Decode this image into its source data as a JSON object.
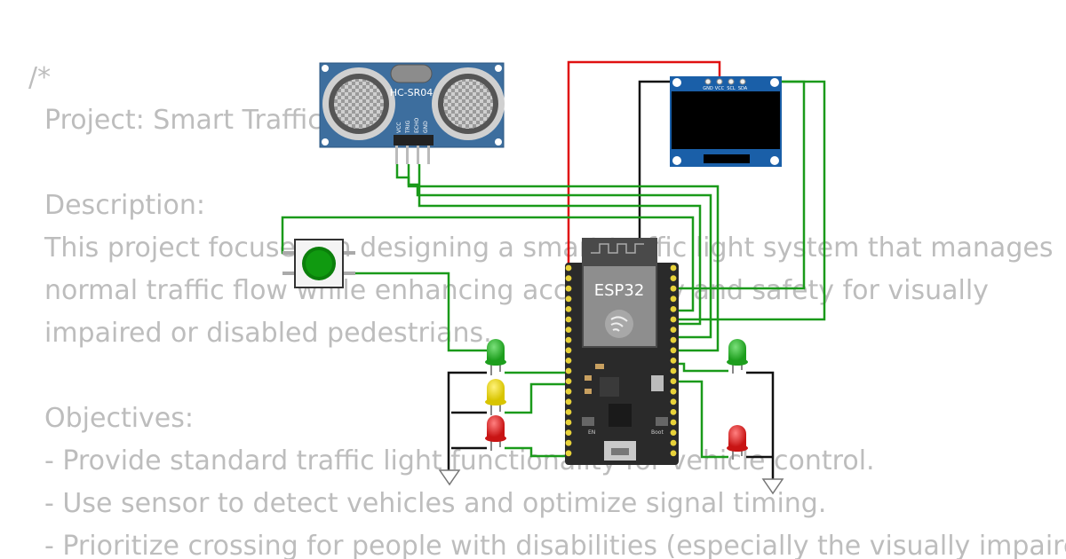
{
  "comment_text": {
    "open": "/*",
    "project": "Project: Smart Traffic",
    "description_heading": "Description:",
    "description_line1": "This project focuses on designing a smart traffic light system that manages",
    "description_line2": "normal traffic flow while enhancing accessibility and safety for visually",
    "description_line3": "impaired or disabled pedestrians.",
    "objectives_heading": "Objectives:",
    "objective1": "- Provide standard traffic light functionality for vehicle control.",
    "objective2": "- Use sensor to detect vehicles and optimize signal timing.",
    "objective3": "- Prioritize crossing for people with disabilities (especially the visually impaired)."
  },
  "components": {
    "ultrasonic": {
      "label": "HC-SR04",
      "pins": [
        "VCC",
        "TRIG",
        "ECHO",
        "GND"
      ]
    },
    "oled": {
      "pins": [
        "GND",
        "VCC",
        "SCL",
        "SDA"
      ]
    },
    "mcu": {
      "label": "ESP32",
      "boot_label": "Boot",
      "en_label": "EN"
    },
    "leds_left": [
      "green",
      "yellow",
      "red"
    ],
    "leds_right": [
      "green",
      "red"
    ]
  },
  "colors": {
    "wire_green": "#1a9a1a",
    "wire_red": "#e01010",
    "wire_black": "#111111",
    "board": "#2a2a2a",
    "pin_gold": "#e8d23a"
  }
}
